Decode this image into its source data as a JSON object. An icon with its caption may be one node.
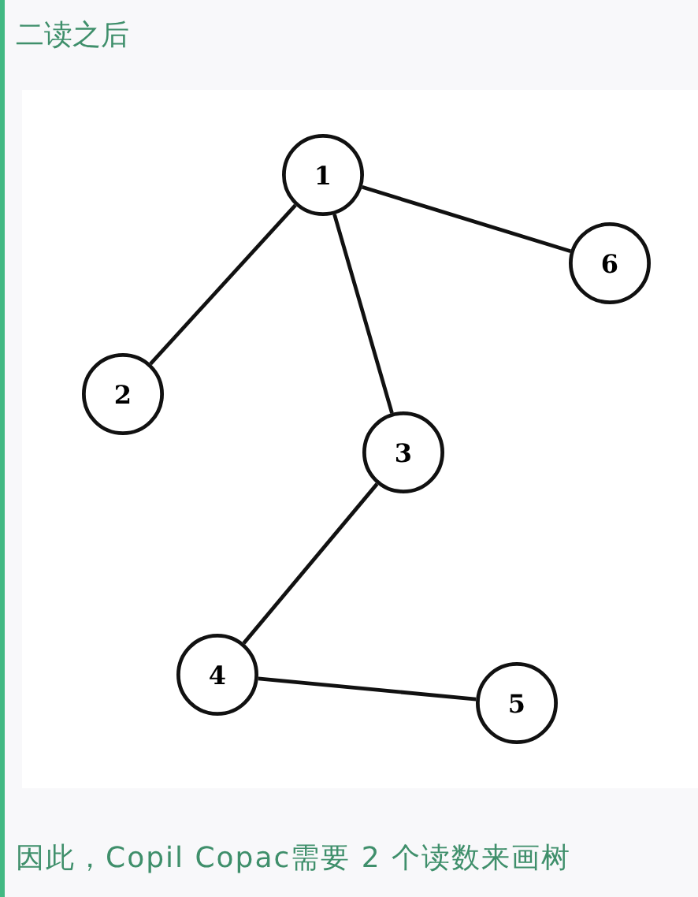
{
  "diagram": {
    "title": "二读之后",
    "caption": "因此，Copil Copac需要 2 个读数来画树",
    "nodes": [
      {
        "text": [
          "1"
        ]
      },
      {
        "text": [
          "2"
        ]
      },
      {
        "text": [
          "3"
        ]
      },
      {
        "text": [
          "4"
        ]
      },
      {
        "text": [
          "5"
        ]
      },
      {
        "text": [
          "6"
        ]
      }
    ],
    "edges": [
      {
        "from": 0,
        "to": 1,
        "arrow": "none"
      },
      {
        "from": 0,
        "to": 2,
        "arrow": "none"
      },
      {
        "from": 0,
        "to": 5,
        "arrow": "none"
      },
      {
        "from": 2,
        "to": 3,
        "arrow": "none"
      },
      {
        "from": 3,
        "to": 4,
        "arrow": "none"
      }
    ]
  }
}
